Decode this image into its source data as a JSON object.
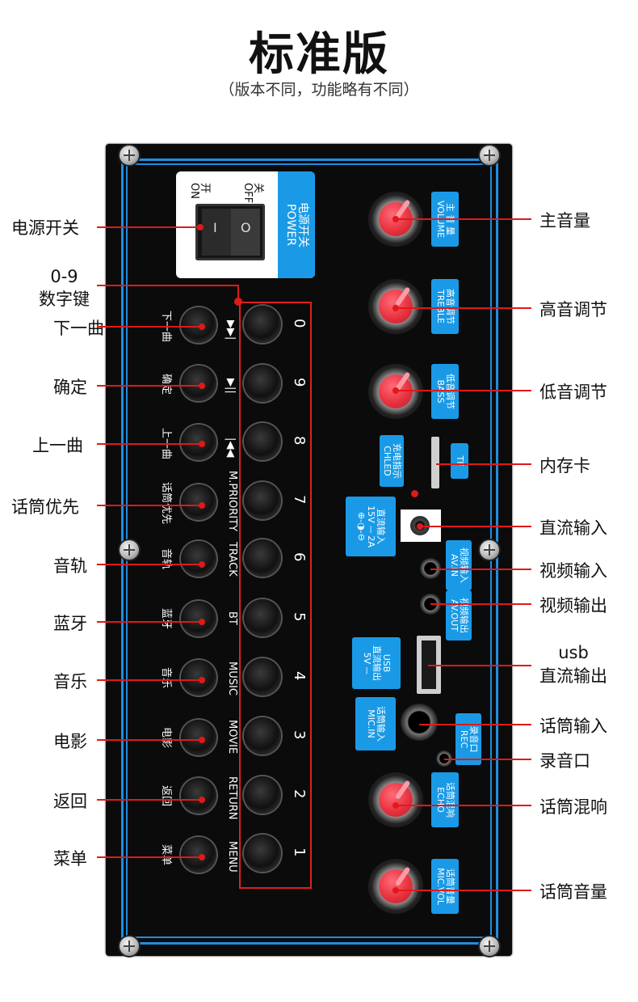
{
  "header": {
    "title": "标准版",
    "subtitle": "（版本不同，功能略有不同）"
  },
  "power_switch": {
    "on_label": "开\nON",
    "off_label": "关\nOFF",
    "tag": "电源开关\nPOWER",
    "on_symbol": "I",
    "off_symbol": "O"
  },
  "left_buttons": [
    {
      "label": "下一曲",
      "icon": "▶▶|"
    },
    {
      "label": "确定",
      "icon": "▶||"
    },
    {
      "label": "上一曲",
      "icon": "|◀◀"
    },
    {
      "label": "话筒优先",
      "icon": ""
    },
    {
      "label": "音轨",
      "icon": ""
    },
    {
      "label": "蓝牙",
      "icon": ""
    },
    {
      "label": "音乐",
      "icon": ""
    },
    {
      "label": "电影",
      "icon": ""
    },
    {
      "label": "返回",
      "icon": ""
    },
    {
      "label": "菜单",
      "icon": ""
    }
  ],
  "number_buttons": [
    {
      "label": "",
      "num": "0"
    },
    {
      "label": "",
      "num": "9"
    },
    {
      "label": "",
      "num": "8"
    },
    {
      "label": "M.PRIORITY",
      "num": "7"
    },
    {
      "label": "TRACK",
      "num": "6"
    },
    {
      "label": "BT",
      "num": "5"
    },
    {
      "label": "MUSIC",
      "num": "4"
    },
    {
      "label": "MOVIE",
      "num": "3"
    },
    {
      "label": "RETURN",
      "num": "2"
    },
    {
      "label": "MENU",
      "num": "1"
    }
  ],
  "knobs": [
    {
      "tag": "主 音 量\nVOLUME"
    },
    {
      "tag": "高音调节\nTREBLE"
    },
    {
      "tag": "低音调节\nBASS"
    },
    {
      "tag": "话筒混响\nECHO"
    },
    {
      "tag": "话筒音量\nMIC.VOL"
    }
  ],
  "jack_tags": {
    "chled": "充电指示\nCHLED",
    "tf": "TF",
    "dc_in": "直流输入\n15V ⎓ 2A\n⊕-◑-⊖",
    "av_in": "视频输入\nAV.IN",
    "av_out": "视频输出\nAV.OUT",
    "usb": "USB\n直流输出\n5V ⎓",
    "mic_in": "话筒输入\nMIC.IN",
    "rec": "录音口\nREC"
  },
  "callouts_left": {
    "power": "电源开关",
    "numeric": "0-9\n数字键",
    "next": "下一曲",
    "ok": "确定",
    "prev": "上一曲",
    "mic_priority": "话筒优先",
    "track": "音轨",
    "bluetooth": "蓝牙",
    "music": "音乐",
    "movie": "电影",
    "return": "返回",
    "menu": "菜单"
  },
  "callouts_right": {
    "volume": "主音量",
    "treble": "高音调节",
    "bass": "低音调节",
    "memory_card": "内存卡",
    "dc_in": "直流输入",
    "av_in": "视频输入",
    "av_out": "视频输出",
    "usb_out": "usb\n直流输出",
    "mic_in": "话筒输入",
    "rec": "录音口",
    "echo": "话筒混响",
    "mic_vol": "话筒音量"
  },
  "colors": {
    "accent_blue": "#1a9ae6",
    "callout_red": "#e01919",
    "knob_red": "#e8323f",
    "panel": "#0b0b0c"
  }
}
